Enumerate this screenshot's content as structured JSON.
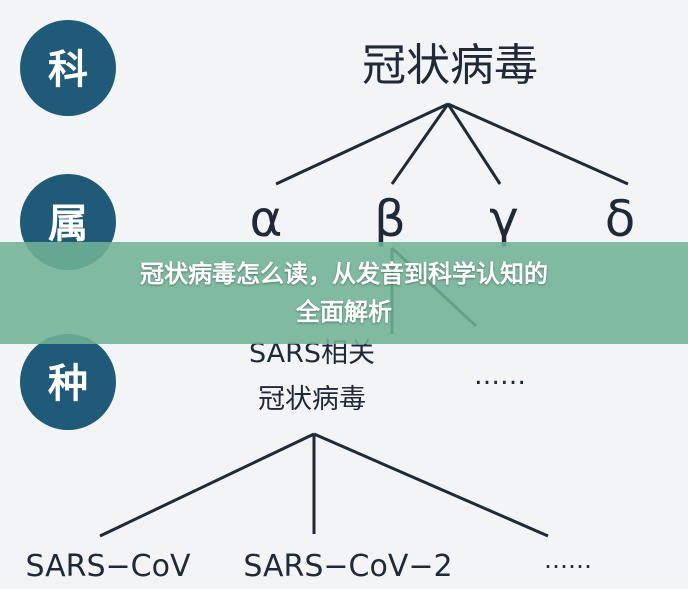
{
  "levels": {
    "ke": "科",
    "shu": "属",
    "zhong": "种"
  },
  "family": "冠状病毒",
  "genera": [
    "α",
    "β",
    "γ",
    "δ"
  ],
  "species_group_line1": "SARS相关",
  "species_group_line2": "冠状病毒",
  "other_species": "……",
  "strains": [
    "SARS−CoV",
    "SARS−CoV−2",
    "……"
  ],
  "overlay": {
    "line1": "冠状病毒怎么读，从发音到科学认知的",
    "line2": "全面解析"
  },
  "colors": {
    "circle": "#1f5a78",
    "background": "#f3f4f6",
    "banner": "#6fb294",
    "text": "#1f2937"
  }
}
